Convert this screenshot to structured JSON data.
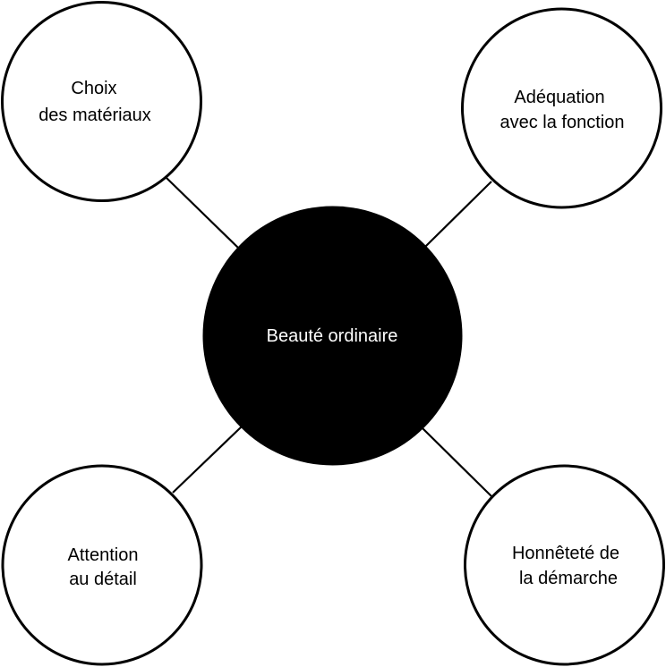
{
  "diagram": {
    "type": "mind-map",
    "center": {
      "label": "Beauté ordinaire",
      "fill": "#000000",
      "text_color": "#ffffff"
    },
    "nodes": [
      {
        "position": "top-left",
        "lines": [
          "Choix",
          "des matériaux"
        ]
      },
      {
        "position": "top-right",
        "lines": [
          "Adéquation",
          "avec la fonction"
        ]
      },
      {
        "position": "bottom-left",
        "lines": [
          "Attention",
          "au détail"
        ]
      },
      {
        "position": "bottom-right",
        "lines": [
          "Honnêteté de",
          "la démarche"
        ]
      }
    ],
    "node_fill": "#ffffff",
    "stroke_color": "#000000"
  }
}
